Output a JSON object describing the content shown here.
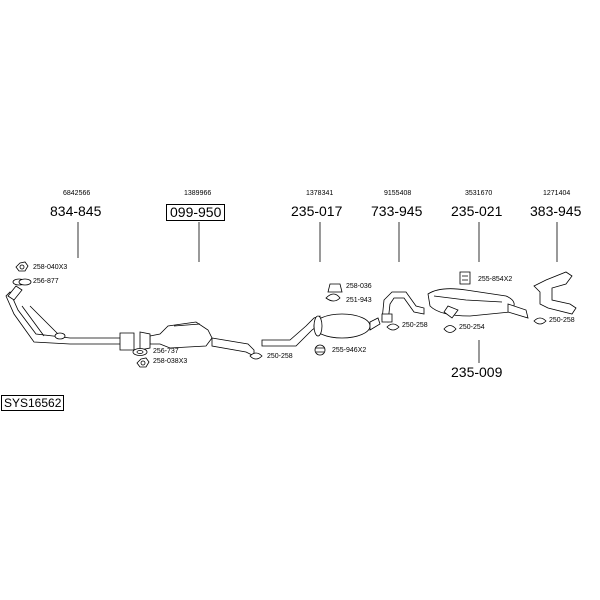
{
  "system_id": "SYS16562",
  "parts": [
    {
      "oem": "6842566",
      "number": "834-845"
    },
    {
      "oem": "1389966",
      "number": "099-950"
    },
    {
      "oem": "1378341",
      "number": "235-017"
    },
    {
      "oem": "9155408",
      "number": "733-945"
    },
    {
      "oem": "3531670",
      "number": "235-021"
    },
    {
      "oem": "1271404",
      "number": "383-945"
    }
  ],
  "lower_part": {
    "number": "235-009"
  },
  "fittings": [
    "258-040X3",
    "256-877",
    "256-737",
    "258-038X3",
    "250-258",
    "258-036",
    "251-943",
    "255-946X2",
    "250-258",
    "255-854X2",
    "250-254",
    "250-258"
  ]
}
